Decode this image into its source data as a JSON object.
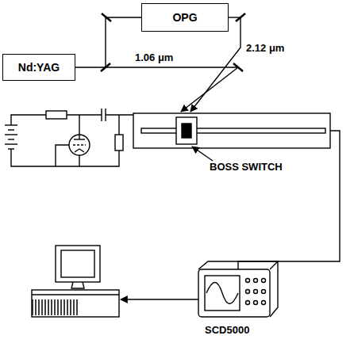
{
  "diagram": {
    "nodes": [
      {
        "text": [
          "OPG"
        ]
      },
      {
        "text": [
          "Nd:YAG"
        ]
      }
    ],
    "edges": [
      {
        "from": 1,
        "to": 0,
        "arrow": "none"
      }
    ],
    "labels": [
      "2.12 μm",
      "1.06 μm",
      "BOSS SWITCH",
      "SCD5000"
    ]
  }
}
